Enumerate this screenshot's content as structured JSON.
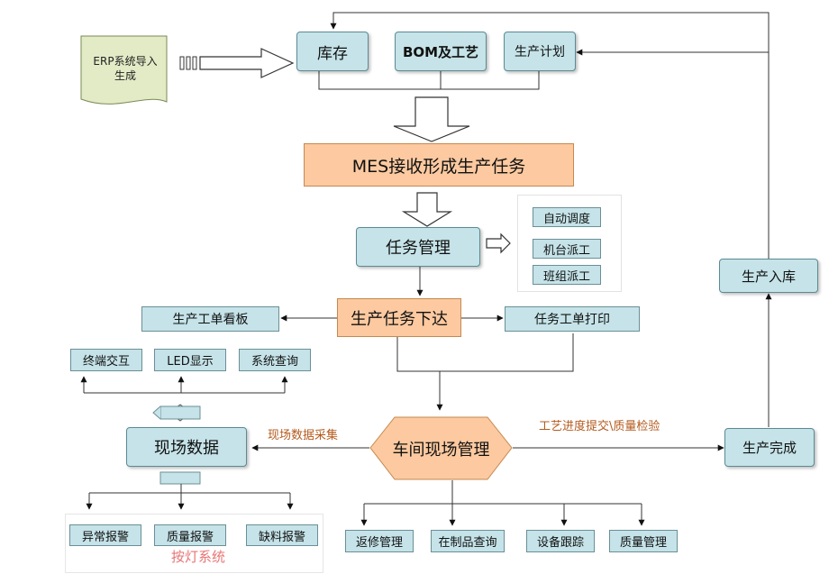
{
  "erp_note": "ERP系统导入\n生成",
  "boxes": {
    "kucun": "库存",
    "bom": "BOM及工艺",
    "plan": "生产计划",
    "mes": "MES接收形成生产任务",
    "task_mgmt": "任务管理",
    "auto_dispatch": "自动调度",
    "machine_dispatch": "机台派工",
    "team_dispatch": "班组派工",
    "issue": "生产任务下达",
    "kanban": "生产工单看板",
    "print": "任务工单打印",
    "terminal": "终端交互",
    "led": "LED显示",
    "sys_query": "系统查询",
    "field_data": "现场数据",
    "workshop": "车间现场管理",
    "done": "生产完成",
    "warehouse_in": "生产入库",
    "abnormal_alarm": "异常报警",
    "quality_alarm": "质量报警",
    "material_alarm": "缺料报警",
    "rework": "返修管理",
    "wip_query": "在制品查询",
    "equip_track": "设备跟踪",
    "quality_mgmt": "质量管理"
  },
  "labels": {
    "field_collect": "现场数据采集",
    "process_submit": "工艺进度提交\\质量检验",
    "andon": "按灯系统"
  },
  "colors": {
    "box_fill": "#c5e3e8",
    "orange_fill": "#fcc9a0",
    "note_fill": "#e2ebc6",
    "label_text": "#b45a1e"
  }
}
